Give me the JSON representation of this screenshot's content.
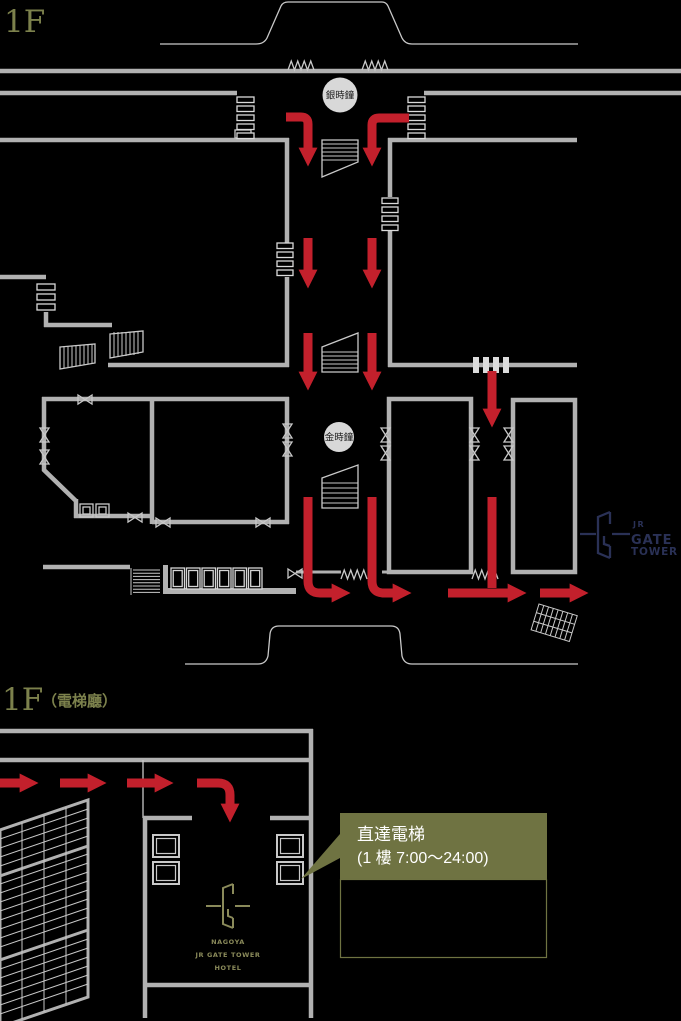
{
  "colors": {
    "red": "#c3202c",
    "olive": "#6f7342",
    "olive_title": "#7c814c",
    "navy": "#2a3156",
    "gold": "#8a8a5a",
    "wall": "#b1b1b1",
    "line": "#c9c9c9",
    "clock_fill": "#d8d8d8"
  },
  "icons": {
    "clock_badge": "gray-circle-badge",
    "escalator": "hatched-trapezoid",
    "stairs": "hatched-steps",
    "elevator": "nested-squares",
    "ticket_gate": "bar-stack",
    "route_arrow": "red-arrow",
    "door": "bowtie-valve",
    "entrance": "zigzag"
  },
  "upper_map": {
    "title": "1F",
    "silver_clock": "銀時鐘",
    "gold_clock": "金時鐘",
    "logo": {
      "jr": "JR",
      "gate": "GATE",
      "tower": "TOWER"
    }
  },
  "lower_map": {
    "title": "1F",
    "subtitle": "（電梯廳）",
    "callout": {
      "title": "直達電梯",
      "hours": "(1 樓 7:00〜24:00)"
    },
    "hotel": {
      "line1": "NAGOYA",
      "line2": "JR GATE TOWER",
      "line3": "HOTEL"
    }
  }
}
